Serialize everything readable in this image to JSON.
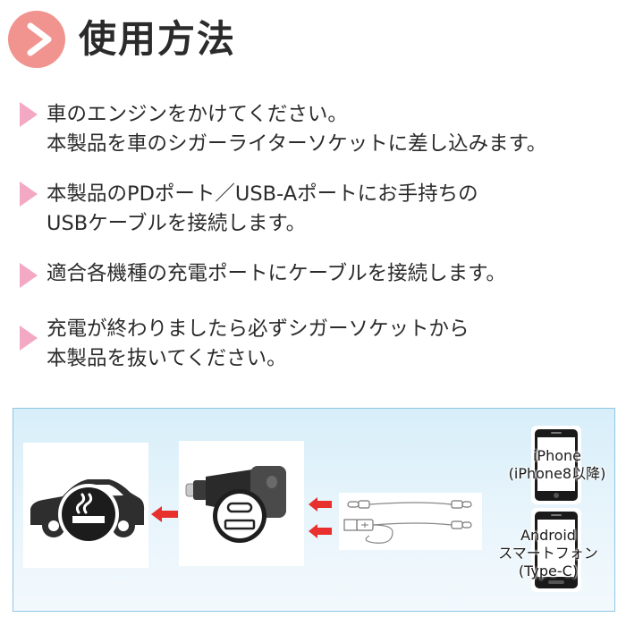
{
  "header": {
    "icon": "play-triangle-icon",
    "title": "使用方法"
  },
  "colors": {
    "title_circle": "#f1948f",
    "step_marker": "#f3a8c4",
    "panel_border": "#8fc6e3",
    "arrow_red": "#e8302e"
  },
  "steps": [
    {
      "lines": [
        "車のエンジンをかけてください。",
        "本製品を車のシガーライターソケットに差し込みます。"
      ]
    },
    {
      "lines": [
        "本製品のPDポート／USB-Aポートにお手持ちの",
        "USBケーブルを接続します。"
      ]
    },
    {
      "lines": [
        "適合各機種の充電ポートにケーブルを接続します。"
      ]
    },
    {
      "lines": [
        "充電が終わりましたら必ずシガーソケットから",
        "本製品を抜いてください。"
      ]
    }
  ],
  "diagram": {
    "car_icon": "car-cigarette-socket-icon",
    "charger_icon": "car-charger-icon",
    "cables_icon": "usb-c-and-usb-a-cables-icon",
    "arrow_icon": "red-arrow-left-icon",
    "phones": [
      {
        "icon": "smartphone-icon",
        "label_lines": [
          "iPhone",
          "(iPhone8以降)"
        ]
      },
      {
        "icon": "smartphone-icon",
        "label_lines": [
          "Android",
          "スマートフォン",
          "(Type-C)"
        ]
      }
    ]
  }
}
